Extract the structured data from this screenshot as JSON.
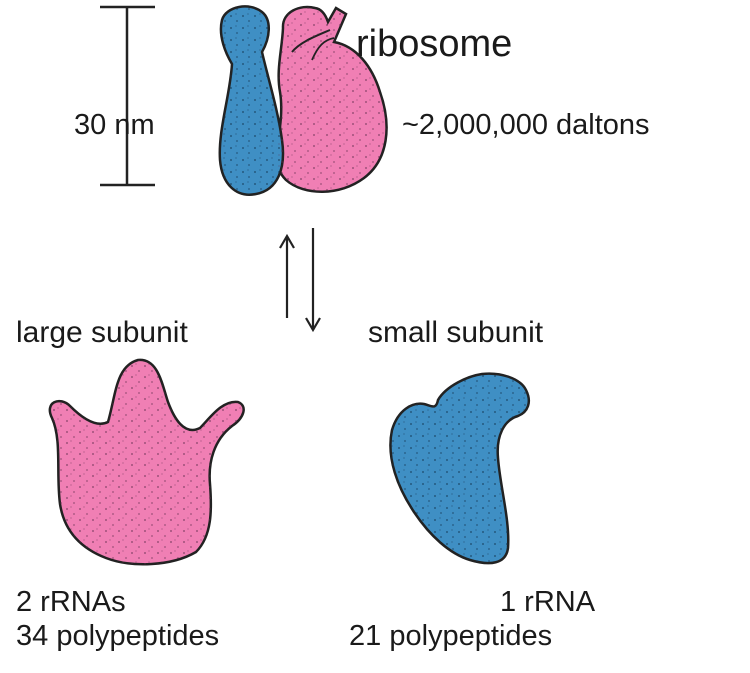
{
  "labels": {
    "ribosome": "ribosome",
    "mass": "~2,000,000 daltons",
    "scale": "30 nm",
    "large_subunit": "large subunit",
    "small_subunit": "small subunit",
    "large_rrna": "2 rRNAs",
    "large_polypeptides": "34 polypeptides",
    "small_rrna": "1 rRNA",
    "small_polypeptides": "21 polypeptides"
  },
  "colors": {
    "large_subunit": "#f07fb4",
    "small_subunit": "#3f8fc4",
    "outline": "#222222",
    "stipple": "#3a1f3a"
  }
}
